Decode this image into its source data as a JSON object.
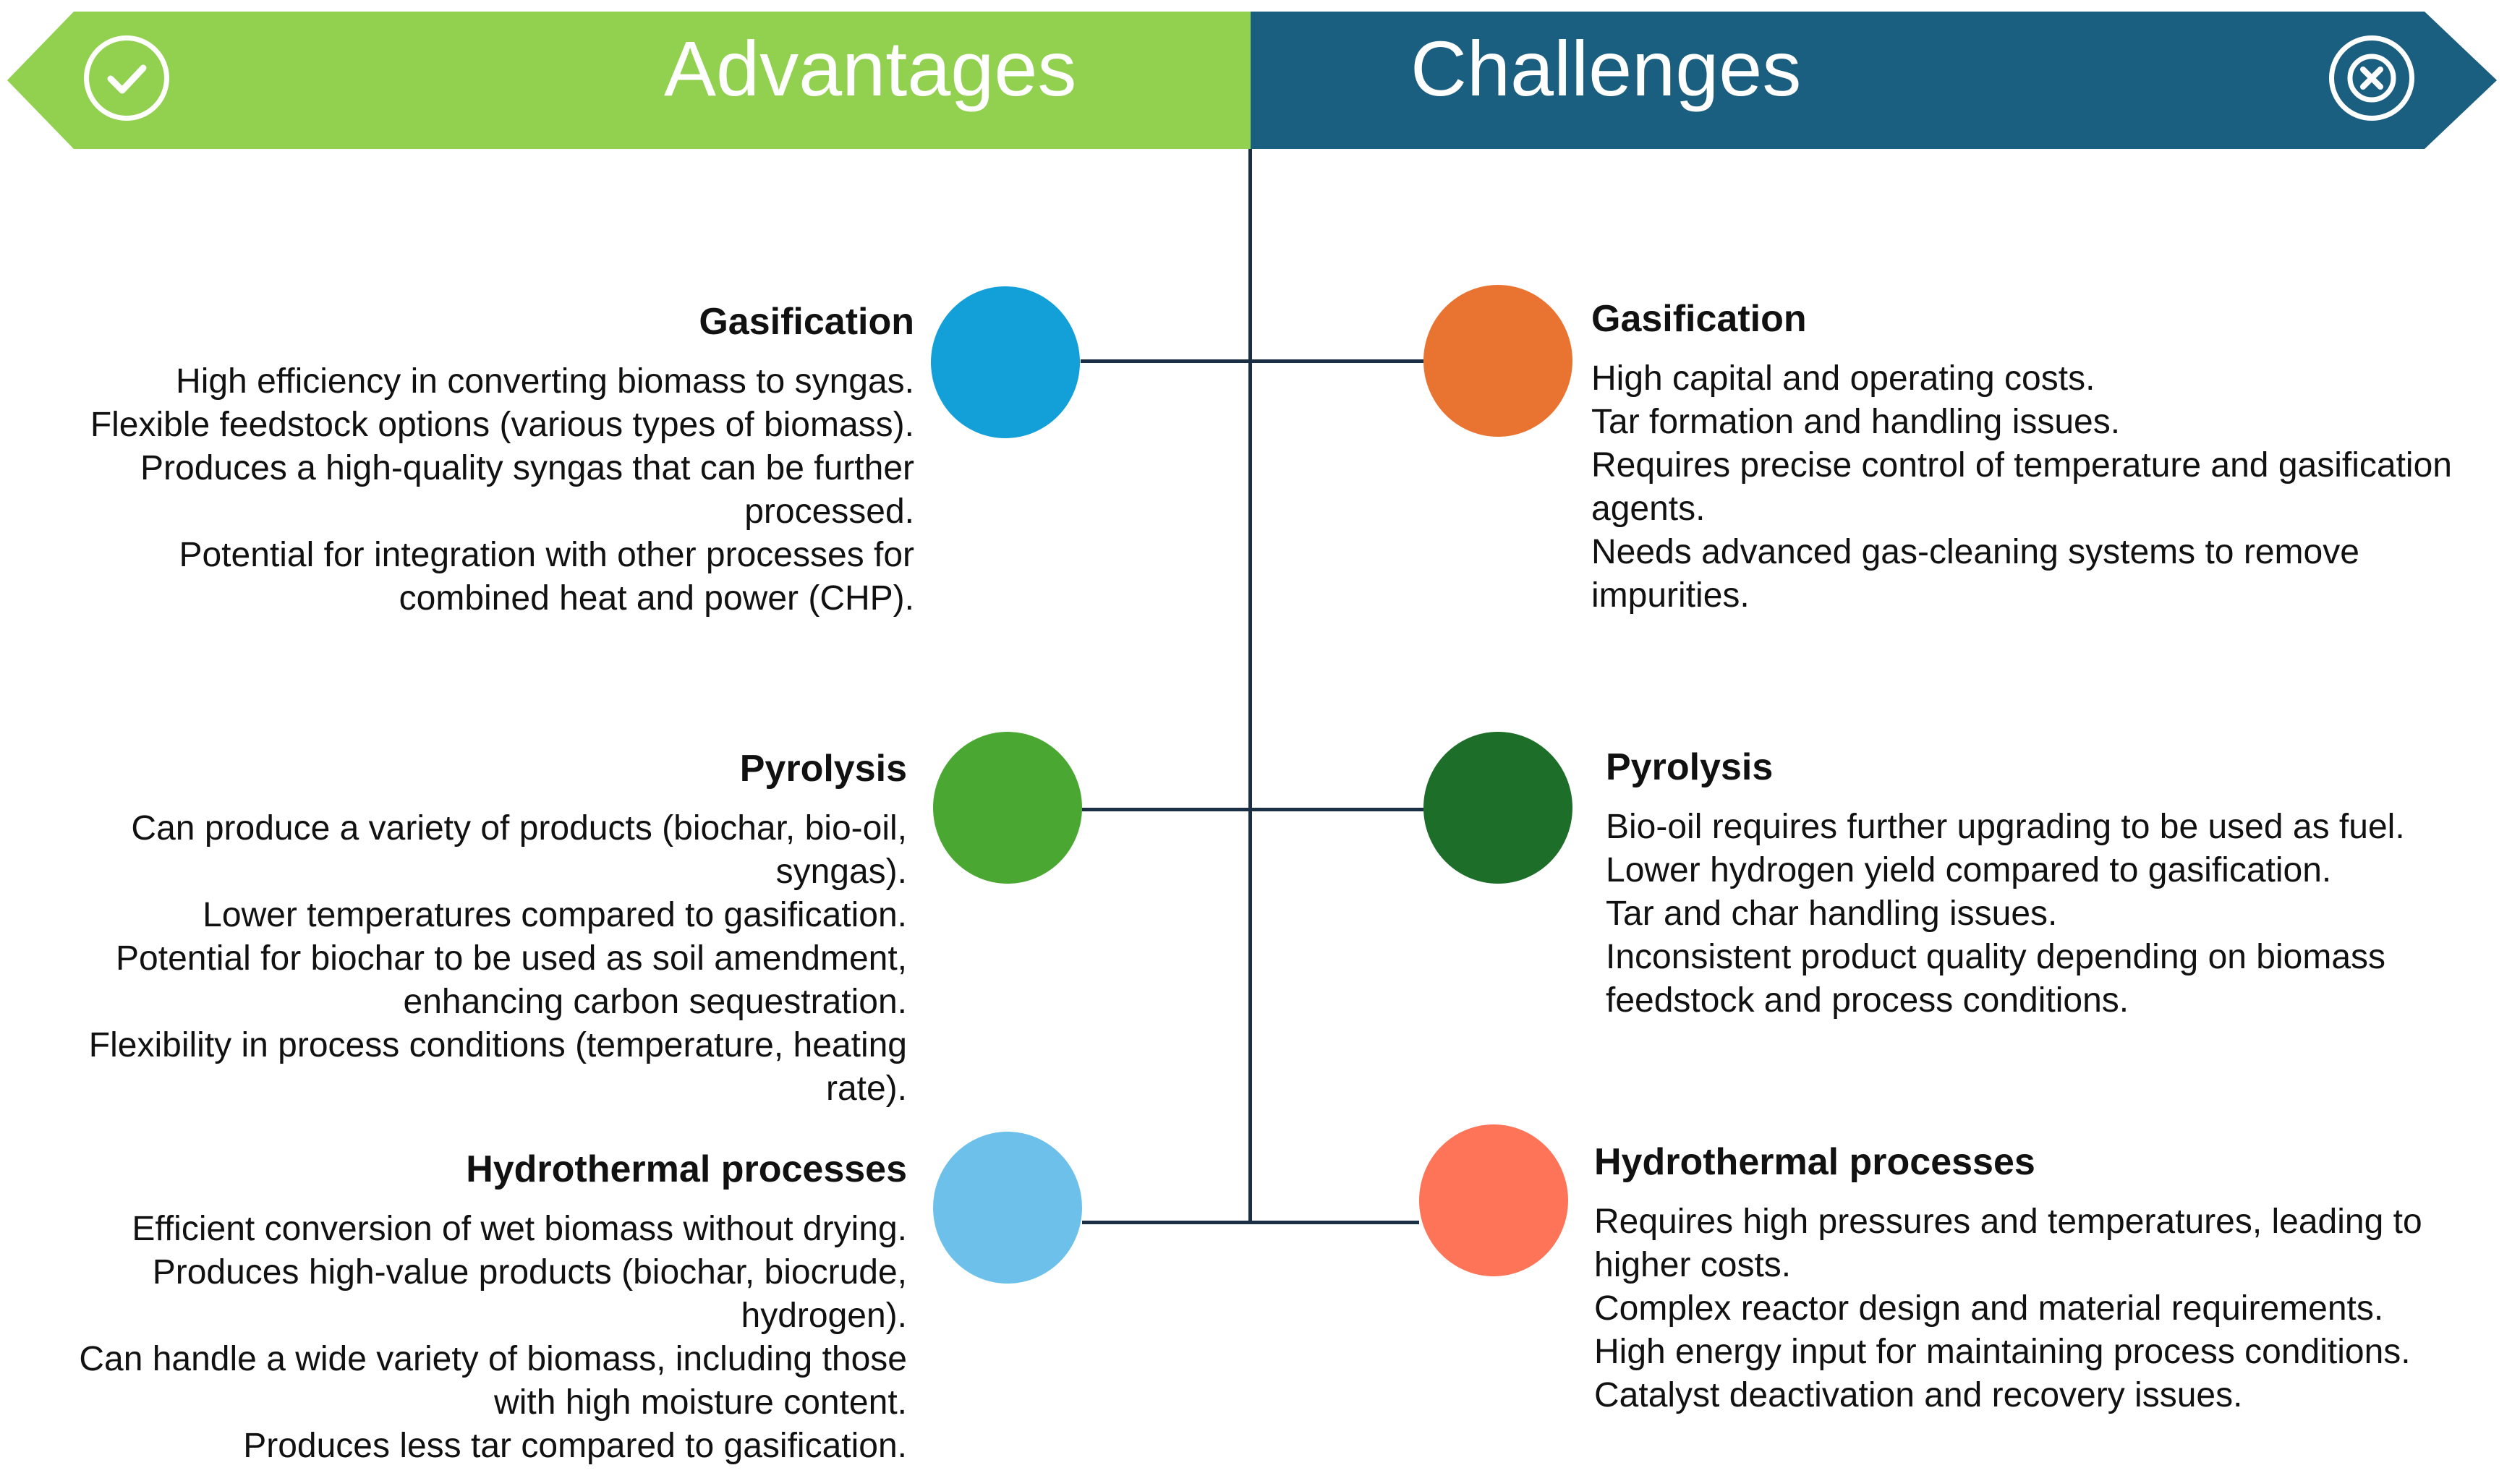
{
  "header": {
    "advantages_title": "Advantages",
    "challenges_title": "Challenges",
    "advantages_color": "#92d050",
    "challenges_color": "#1a5e80",
    "advantages_icon": "check-circle-icon",
    "challenges_icon": "x-circle-icon"
  },
  "advantages": [
    {
      "title": "Gasification",
      "color": "#139fd8",
      "items": [
        "High efficiency in converting biomass to syngas.",
        "Flexible feedstock options (various types of biomass).",
        "Produces a high-quality syngas that can be further processed.",
        "Potential for integration with other processes for combined heat and power (CHP)."
      ]
    },
    {
      "title": "Pyrolysis",
      "color": "#4aa832",
      "items": [
        "Can produce a variety of products (biochar, bio-oil, syngas).",
        "Lower temperatures compared to gasification.",
        "Potential for biochar to be used as soil amendment, enhancing carbon sequestration.",
        "Flexibility in process conditions (temperature, heating rate)."
      ]
    },
    {
      "title": "Hydrothermal processes",
      "color": "#6cc0ea",
      "items": [
        "Efficient conversion of wet biomass without drying.",
        "Produces high-value products (biochar, biocrude, hydrogen).",
        "Can handle a wide variety of biomass, including those with high moisture content.",
        "Produces less tar compared to gasification."
      ]
    }
  ],
  "challenges": [
    {
      "title": "Gasification",
      "color": "#e97432",
      "items": [
        "High capital and operating costs.",
        "Tar formation and handling issues.",
        "Requires precise control of temperature and gasification agents.",
        "Needs advanced gas-cleaning systems to remove impurities."
      ]
    },
    {
      "title": "Pyrolysis",
      "color": "#1d6e28",
      "items": [
        "Bio-oil requires further upgrading to be used as fuel.",
        "Lower hydrogen yield compared to gasification.",
        "Tar and char handling issues.",
        "Inconsistent product quality depending on biomass feedstock and process conditions."
      ]
    },
    {
      "title": "Hydrothermal processes",
      "color": "#fe7459",
      "items": [
        "Requires high pressures and temperatures, leading to higher costs.",
        "Complex reactor design and material requirements.",
        "High energy input for maintaining process conditions.",
        "Catalyst deactivation and recovery issues."
      ]
    }
  ]
}
